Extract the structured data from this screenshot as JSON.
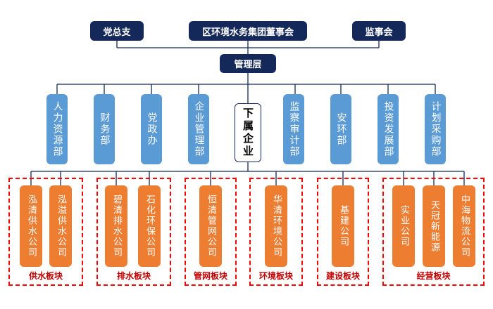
{
  "top": {
    "party": "党总支",
    "board": "区环境水务集团董事会",
    "supervisors": "监事会"
  },
  "management": "管理层",
  "departments": [
    "人力资源部",
    "财务部",
    "党政办",
    "企业管理部",
    "监察审计部",
    "安环部",
    "投资发展部",
    "计划采购部"
  ],
  "subsidiaries_label": "下属企业",
  "groups": [
    {
      "label": "供水板块",
      "companies": [
        "泓清供水公司",
        "泓溢供水公司"
      ]
    },
    {
      "label": "排水板块",
      "companies": [
        "碧清排水公司",
        "石化环保公司"
      ]
    },
    {
      "label": "管网板块",
      "companies": [
        "恒清管网公司"
      ]
    },
    {
      "label": "环境板块",
      "companies": [
        "华清环境公司"
      ]
    },
    {
      "label": "建设板块",
      "companies": [
        "基建公司"
      ]
    },
    {
      "label": "经营板块",
      "companies": [
        "实业公司",
        "天冠新能源",
        "中海物流公司"
      ]
    }
  ],
  "colors": {
    "navy": "#14285a",
    "department": "#5b9bd5",
    "company": "#ed7d31",
    "group_border": "#ff0000",
    "group_label": "#c00000",
    "line": "#14285a"
  }
}
